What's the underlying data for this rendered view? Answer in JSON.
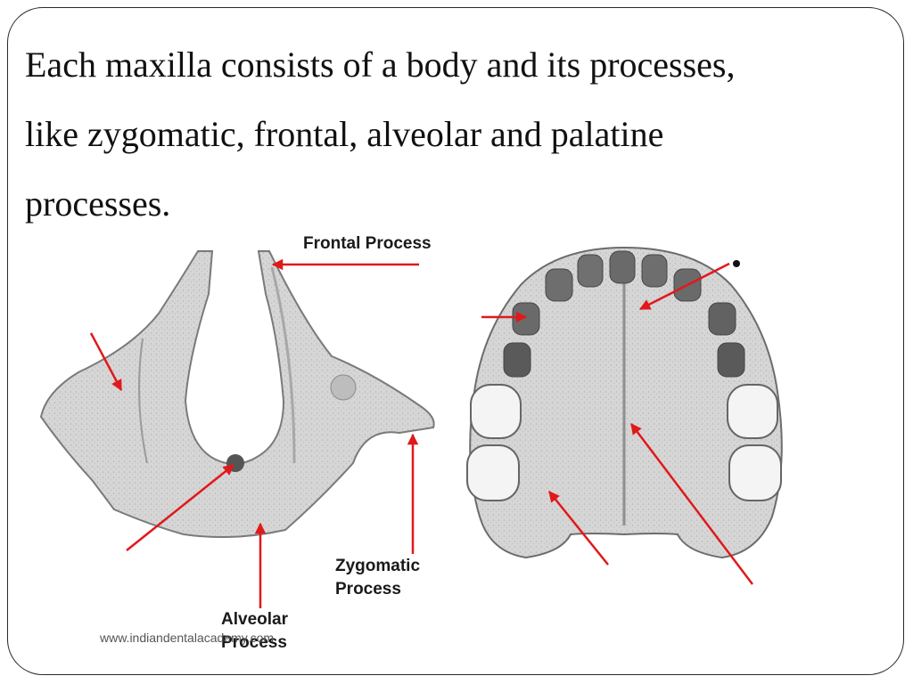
{
  "slide": {
    "text_lines": [
      "Each maxilla consists of a body and its processes,",
      "like zygomatic, frontal, alveolar and palatine",
      "processes."
    ]
  },
  "labels": {
    "frontal": "Frontal Process",
    "zygomatic_1": "Zygomatic",
    "zygomatic_2": "Process",
    "alveolar_1": "Alveolar",
    "alveolar_2": "Process"
  },
  "footer": "www.indiandentalacademy.com",
  "colors": {
    "arrow": "#e0191b",
    "bone": "#d9d9d9",
    "bone_dark": "#8c8c8c",
    "tooth": "#f4f4f4",
    "frame": "#2a2a2a"
  }
}
